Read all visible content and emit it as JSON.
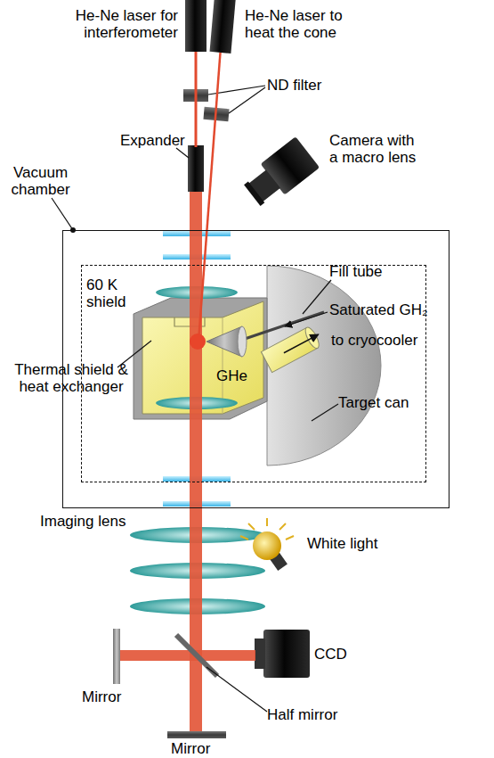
{
  "diagram": {
    "nodes": [
      {
        "text": [
          "Vacuum chamber"
        ]
      },
      {
        "text": [
          "60 K shield"
        ],
        "in": 0
      }
    ],
    "labels": [
      "He-Ne laser for interferometer",
      "He-Ne laser to heat the cone",
      "ND filter",
      "Expander",
      "Camera with a macro lens",
      "Fill tube",
      "Saturated GH₂",
      "Thermal shield & heat exchanger",
      "GHe",
      "to cryocooler",
      "Target can",
      "Imaging lens",
      "White light",
      "CCD",
      "Mirror",
      "Half mirror",
      "Mirror"
    ]
  }
}
